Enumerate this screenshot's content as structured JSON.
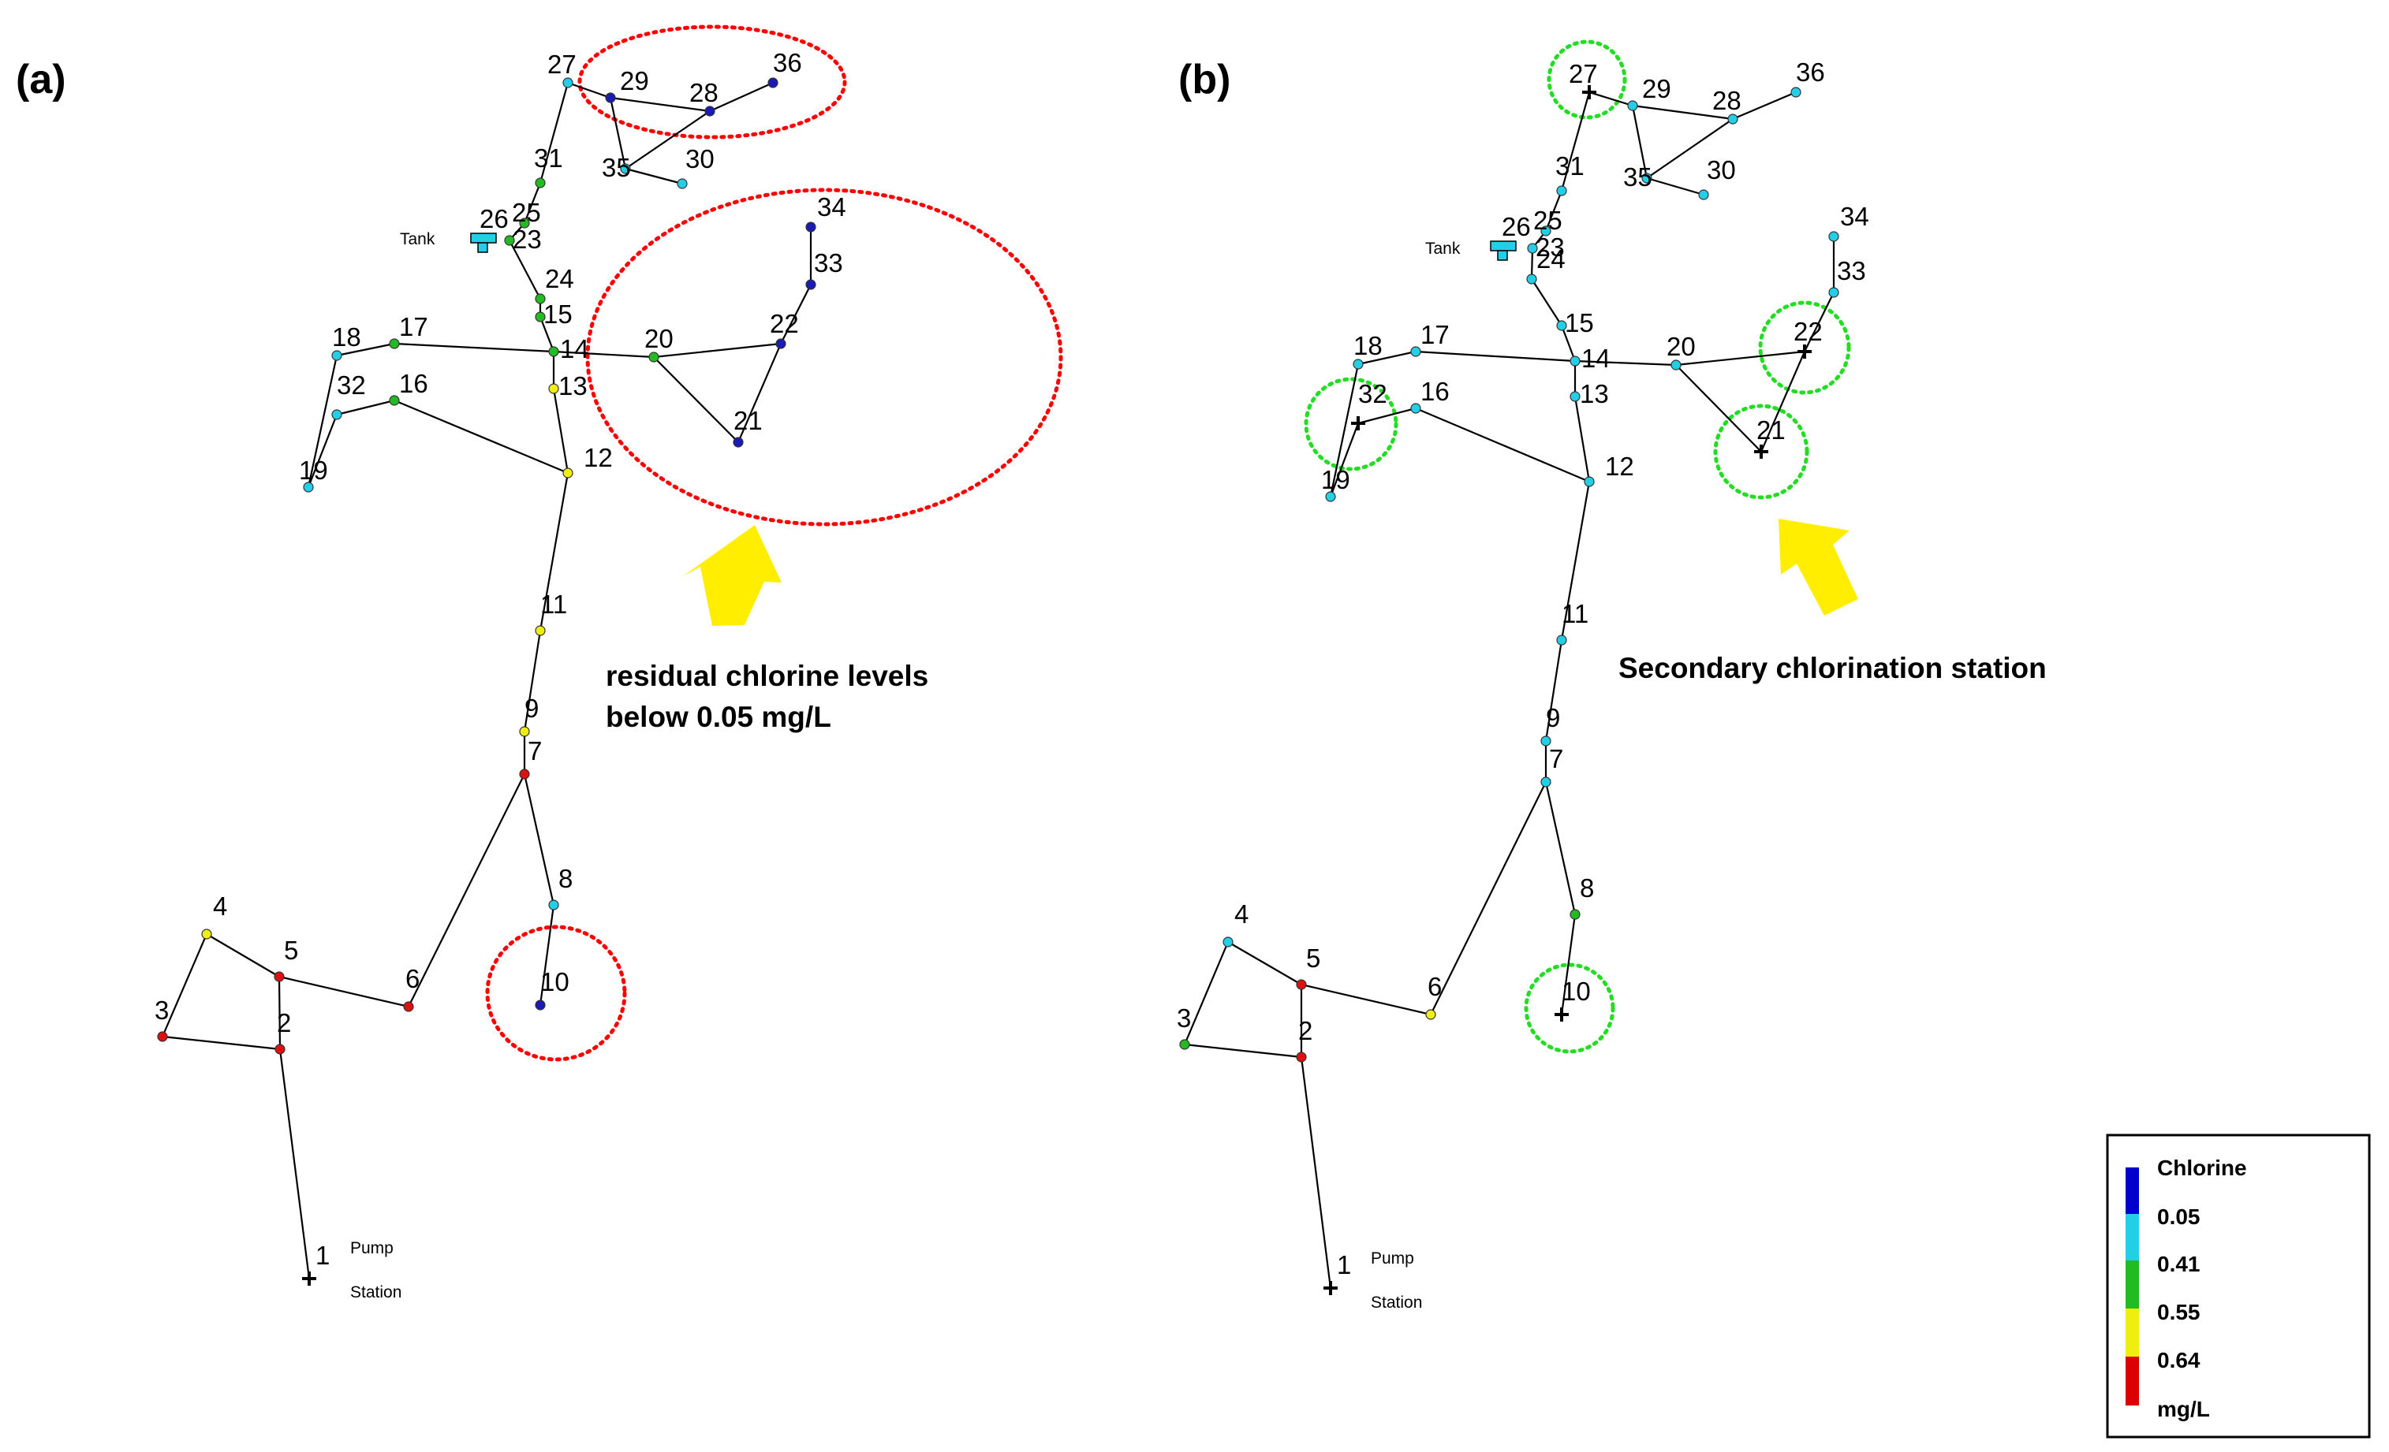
{
  "panels": [
    {
      "id": "a",
      "label": "(a)",
      "annotation": [
        "residual chlorine levels",
        "below 0.05 mg/L"
      ],
      "tank_label": "Tank",
      "pump_label": [
        "Pump",
        "Station"
      ],
      "highlight_color": "#ff0000",
      "node_levels": {
        "1": "source",
        "2": "red",
        "3": "red",
        "4": "yellow",
        "5": "red",
        "6": "red",
        "7": "red",
        "8": "cyan",
        "9": "yellow",
        "10": "blue",
        "11": "yellow",
        "12": "yellow",
        "13": "yellow",
        "14": "green",
        "15": "green",
        "16": "green",
        "17": "green",
        "18": "cyan",
        "19": "cyan",
        "20": "green",
        "21": "blue",
        "22": "blue",
        "23": "green",
        "24": "green",
        "25": "green",
        "26": "tank",
        "27": "cyan",
        "28": "blue",
        "29": "blue",
        "30": "cyan",
        "31": "green",
        "32": "cyan",
        "33": "blue",
        "34": "blue",
        "35": "cyan",
        "36": "blue"
      }
    },
    {
      "id": "b",
      "label": "(b)",
      "annotation": [
        "Secondary chlorination station"
      ],
      "tank_label": "Tank",
      "pump_label": [
        "Pump",
        "Station"
      ],
      "highlight_color": "#22dd22",
      "node_levels": {
        "1": "source",
        "2": "red",
        "3": "green",
        "4": "cyan",
        "5": "red",
        "6": "yellow",
        "7": "cyan",
        "8": "green",
        "9": "cyan",
        "10": "source",
        "11": "cyan",
        "12": "cyan",
        "13": "cyan",
        "14": "cyan",
        "15": "cyan",
        "16": "cyan",
        "17": "cyan",
        "18": "cyan",
        "19": "cyan",
        "20": "cyan",
        "21": "source",
        "22": "source",
        "23": "cyan",
        "24": "cyan",
        "25": "cyan",
        "26": "tank",
        "27": "source",
        "28": "cyan",
        "29": "cyan",
        "30": "cyan",
        "31": "cyan",
        "32": "source",
        "33": "cyan",
        "34": "cyan",
        "35": "cyan",
        "36": "cyan"
      }
    }
  ],
  "legend": {
    "title": "Chlorine",
    "thresholds": [
      "0.05",
      "0.41",
      "0.55",
      "0.64"
    ],
    "unit": "mg/L",
    "colors": [
      "#0000cc",
      "#22cfe6",
      "#22bb22",
      "#eeee11",
      "#dd0000"
    ]
  },
  "colors": {
    "blue": "#1a1ab4",
    "cyan": "#22cfe6",
    "green": "#22bb22",
    "yellow": "#eeee11",
    "red": "#dd1111",
    "arrow": "#ffee00",
    "pipe": "#000000"
  }
}
